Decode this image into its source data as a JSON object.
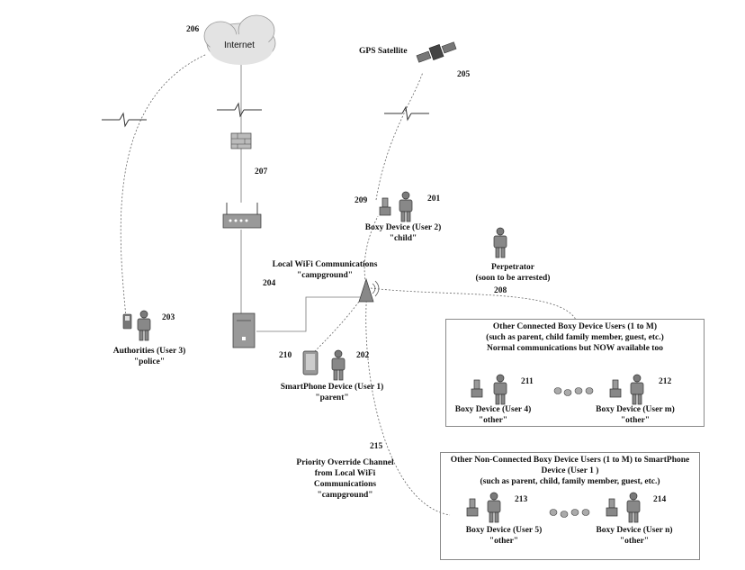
{
  "cloud": {
    "label": "Internet",
    "ref": "206"
  },
  "satellite": {
    "label": "GPS Satellite",
    "ref": "205"
  },
  "refs": {
    "firewall_link": "207",
    "wifi_hub": "204",
    "boxy_child": "209",
    "user_child": "201",
    "authorities": "203",
    "smartphone": "210",
    "parent": "202",
    "perpetrator_link": "208",
    "priority_channel": "215",
    "user4": "211",
    "userm": "212",
    "user5": "213",
    "usern": "214"
  },
  "child": {
    "line1": "Boxy Device  (User 2)",
    "line2": "\"child\""
  },
  "perpetrator": {
    "line1": "Perpetrator",
    "line2": "(soon to be arrested)"
  },
  "wifi": {
    "line1": "Local WiFi Communications",
    "line2": "\"campground\""
  },
  "authorities": {
    "line1": "Authorities  (User 3)",
    "line2": "\"police\""
  },
  "smartphone": {
    "line1": "SmartPhone Device  (User 1)",
    "line2": "\"parent\""
  },
  "priority": {
    "line1": "Priority Override Channel",
    "line2": "from Local WiFi",
    "line3": "Communications",
    "line4": "\"campground\""
  },
  "connected_box": {
    "title1": "Other Connected Boxy Device Users (1 to M)",
    "title2": "(such as parent, child family member, guest, etc.)",
    "title3": "Normal communications but NOW available too",
    "user_a": {
      "line1": "Boxy Device  (User 4)",
      "line2": "\"other\""
    },
    "user_b": {
      "line1": "Boxy Device  (User m)",
      "line2": "\"other\""
    }
  },
  "nonconnected_box": {
    "title1": "Other Non-Connected Boxy Device Users (1 to M)  to SmartPhone",
    "title2": "Device (User 1 )",
    "title3": "(such as parent, child, family member, guest, etc.)",
    "user_a": {
      "line1": "Boxy Device  (User 5)",
      "line2": "\"other\""
    },
    "user_b": {
      "line1": "Boxy Device  (User n)",
      "line2": "\"other\""
    }
  }
}
